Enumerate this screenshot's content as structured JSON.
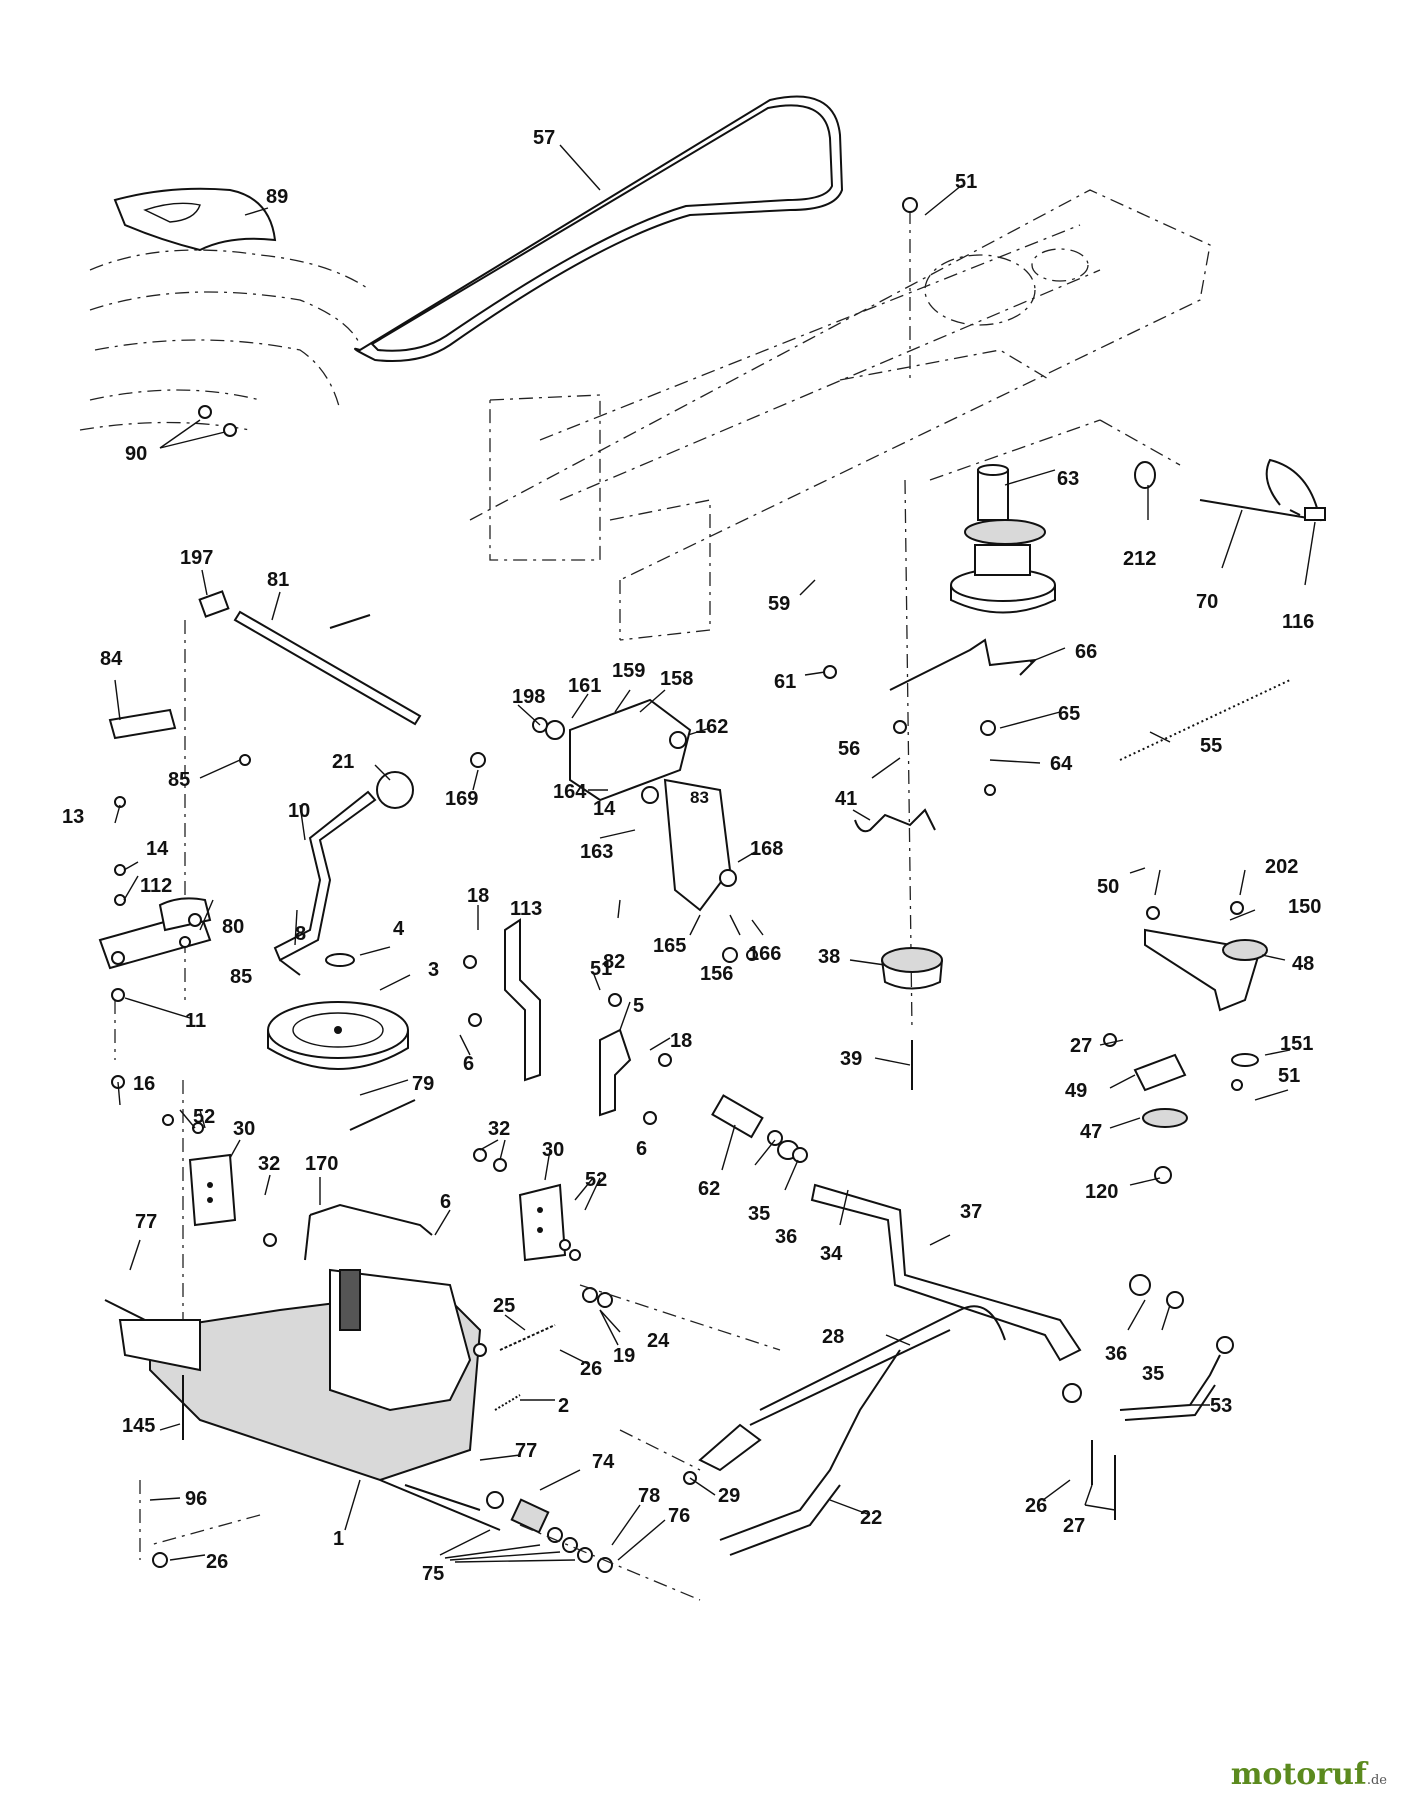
{
  "labels": {
    "l57": "57",
    "l51a": "51",
    "l89": "89",
    "l90": "90",
    "l63": "63",
    "l212": "212",
    "l70": "70",
    "l116": "116",
    "l197": "197",
    "l81": "81",
    "l59": "59",
    "l66": "66",
    "l61": "61",
    "l84": "84",
    "l198": "198",
    "l161": "161",
    "l159": "159",
    "l158": "158",
    "l162": "162",
    "l65": "65",
    "l55": "55",
    "l21": "21",
    "l85a": "85",
    "l169": "169",
    "l164": "164",
    "l14a": "14",
    "l83": "83",
    "l56": "56",
    "l64": "64",
    "l10": "10",
    "l13": "13",
    "l163": "163",
    "l41": "41",
    "l168": "168",
    "l14b": "14",
    "l112": "112",
    "l80": "80",
    "l8": "8",
    "l18a": "18",
    "l113": "113",
    "l82": "82",
    "l165": "165",
    "l156": "156",
    "l166": "166",
    "l50": "50",
    "l202": "202",
    "l150": "150",
    "l48": "48",
    "l4": "4",
    "l85b": "85",
    "l3": "3",
    "l51b": "51",
    "l38": "38",
    "l11": "11",
    "l5": "5",
    "l18b": "18",
    "l27a": "27",
    "l151": "151",
    "l6a": "6",
    "l39": "39",
    "l49": "49",
    "l51c": "51",
    "l79": "79",
    "l16": "16",
    "l47": "47",
    "l6b": "6",
    "l52a": "52",
    "l30a": "30",
    "l32a": "32",
    "l30b": "30",
    "l170": "170",
    "l32b": "32",
    "l52b": "52",
    "l62": "62",
    "l120": "120",
    "l6c": "6",
    "l35a": "35",
    "l36a": "36",
    "l34": "34",
    "l37": "37",
    "l77a": "77",
    "l25": "25",
    "l24": "24",
    "l26a": "26",
    "l19": "19",
    "l28": "28",
    "l36b": "36",
    "l35b": "35",
    "l2": "2",
    "l53": "53",
    "l145": "145",
    "l77b": "77",
    "l74": "74",
    "l29": "29",
    "l26b": "26",
    "l27b": "27",
    "l96": "96",
    "l1": "1",
    "l78": "78",
    "l76": "76",
    "l22": "22",
    "l26c": "26",
    "l75": "75"
  },
  "watermark": {
    "brand": "motoruf",
    "tld": ".de",
    "color": "#5b8a1e"
  }
}
